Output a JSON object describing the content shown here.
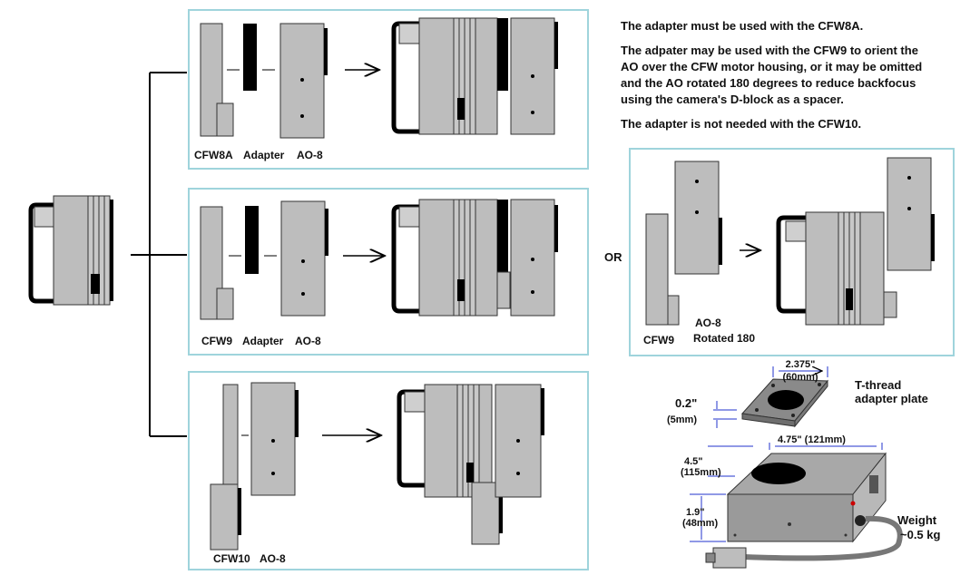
{
  "notes": {
    "line1": "The adapter must be used with the CFW8A.",
    "line2a": "The adpater may be used with the CFW9 to orient the",
    "line2b": "AO over the CFW motor housing, or it may be omitted",
    "line2c": "and the AO rotated 180  degrees to reduce backfocus",
    "line2d": "using the camera's D-block as a spacer.",
    "line3": "The adapter is not needed with the CFW10."
  },
  "panels": {
    "cfw8a": {
      "label1": "CFW8A",
      "label2": "Adapter",
      "label3": "AO-8"
    },
    "cfw9": {
      "label1": "CFW9",
      "label2": "Adapter",
      "label3": "AO-8"
    },
    "cfw10": {
      "label1": "CFW10",
      "label2": "AO-8"
    },
    "rotated": {
      "label1": "CFW9",
      "label2": "AO-8",
      "label3": "Rotated 180"
    }
  },
  "or_label": "OR",
  "specs": {
    "plate_width": "2.375\"",
    "plate_width_mm": "(60mm)",
    "plate_name_1": "T-thread",
    "plate_name_2": "adapter plate",
    "plate_thick": "0.2\"",
    "plate_thick_mm": "(5mm)",
    "body_width": "4.75\" (121mm)",
    "body_depth": "4.5\"",
    "body_depth_mm": "(115mm)",
    "body_height": "1.9\"",
    "body_height_mm": "(48mm)",
    "weight_1": "Weight",
    "weight_2": "~0.5 kg"
  },
  "colors": {
    "panel_border": "#9fd4dc",
    "device_gray": "#bdbdbd",
    "outline": "#333333",
    "black": "#000000"
  }
}
